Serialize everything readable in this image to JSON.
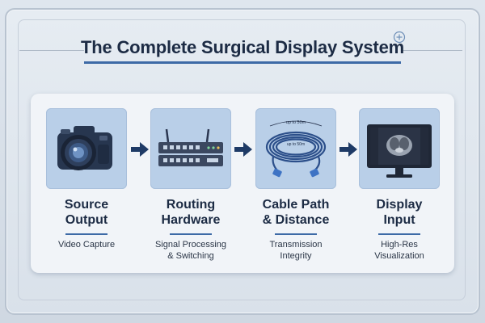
{
  "title": "The Complete Surgical Display System",
  "stages": [
    {
      "title_line1": "Source",
      "title_line2": "Output",
      "desc_line1": "Video Capture",
      "desc_line2": "",
      "icon": "camera-icon"
    },
    {
      "title_line1": "Routing",
      "title_line2": "Hardware",
      "desc_line1": "Signal Processing",
      "desc_line2": "& Switching",
      "icon": "router-icon"
    },
    {
      "title_line1": "Cable Path",
      "title_line2": "& Distance",
      "desc_line1": "Transmission",
      "desc_line2": "Integrity",
      "icon": "cable-icon"
    },
    {
      "title_line1": "Display",
      "title_line2": "Input",
      "desc_line1": "High-Res",
      "desc_line2": "Visualization",
      "icon": "monitor-icon"
    }
  ],
  "cable_labels": {
    "outer": "up to 50m",
    "inner": "up to 50m"
  },
  "colors": {
    "accent": "#3d6aa6",
    "tile": "#b9cfe8",
    "text": "#1c2b44",
    "arrow": "#1e3a66"
  }
}
